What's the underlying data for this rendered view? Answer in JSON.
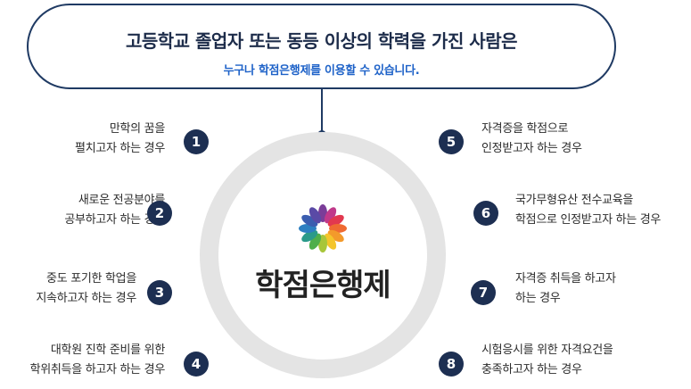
{
  "banner": {
    "title": "고등학교 졸업자 또는 동등 이상의 학력을 가진 사람은",
    "subtitle": "누구나 학점은행제를 이용할 수 있습니다."
  },
  "center": {
    "brand": "학점은행제",
    "logo_icon": "flower-logo-icon"
  },
  "colors": {
    "navy": "#1d2f52",
    "accent_blue": "#1e62c8",
    "ring": "#e4e4e4"
  },
  "cases": [
    {
      "number": "1",
      "line1": "만학의 꿈을",
      "line2": "펼치고자 하는 경우"
    },
    {
      "number": "2",
      "line1": "새로운 전공분야를",
      "line2": "공부하고자 하는 경우"
    },
    {
      "number": "3",
      "line1": "중도 포기한 학업을",
      "line2": "지속하고자 하는 경우"
    },
    {
      "number": "4",
      "line1": "대학원 진학 준비를 위한",
      "line2": "학위취득을 하고자 하는 경우"
    },
    {
      "number": "5",
      "line1": "자격증을 학점으로",
      "line2": "인정받고자 하는 경우"
    },
    {
      "number": "6",
      "line1": "국가무형유산 전수교육을",
      "line2": "학점으로 인정받고자 하는 경우"
    },
    {
      "number": "7",
      "line1": "자격증 취득을 하고자",
      "line2": "하는 경우"
    },
    {
      "number": "8",
      "line1": "시험응시를 위한 자격요건을",
      "line2": "충족하고자 하는 경우"
    }
  ]
}
